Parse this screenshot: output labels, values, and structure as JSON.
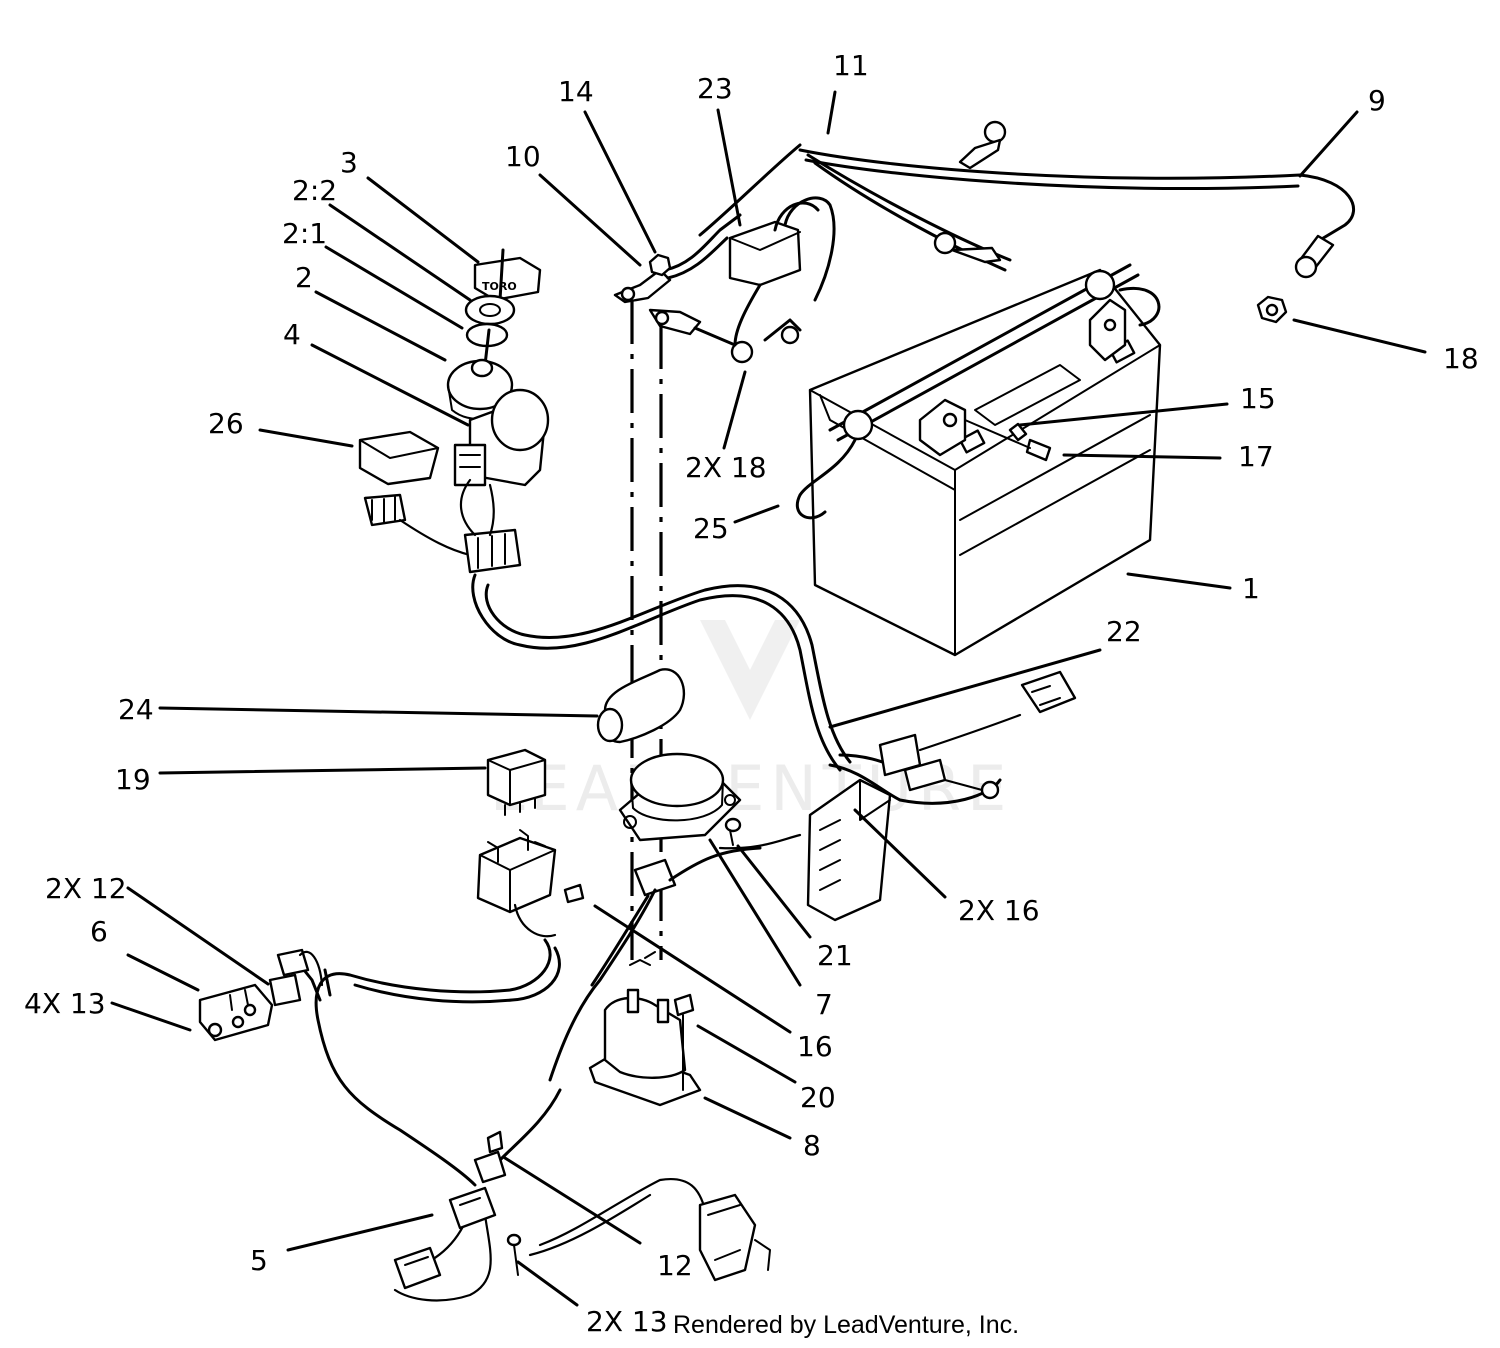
{
  "watermark": "LEADVENTURE",
  "credit": "Rendered by LeadVenture, Inc.",
  "callouts": {
    "c1": "1",
    "c2": "2",
    "c2_1": "2:1",
    "c2_2": "2:2",
    "c3": "3",
    "c4": "4",
    "c5": "5",
    "c6": "6",
    "c7": "7",
    "c8": "8",
    "c9": "9",
    "c10": "10",
    "c11": "11",
    "c12": "12",
    "c12x2": "2X 12",
    "c13x4": "4X 13",
    "c13x2": "2X 13",
    "c14": "14",
    "c15": "15",
    "c16": "16",
    "c16x2": "2X 16",
    "c17": "17",
    "c18": "18",
    "c18x2": "2X 18",
    "c19": "19",
    "c20": "20",
    "c21": "21",
    "c22": "22",
    "c23": "23",
    "c24": "24",
    "c25": "25",
    "c26": "26"
  },
  "key_label": "TORO",
  "colors": {
    "line": "#000000",
    "background": "#ffffff",
    "watermark": "#ececec"
  }
}
